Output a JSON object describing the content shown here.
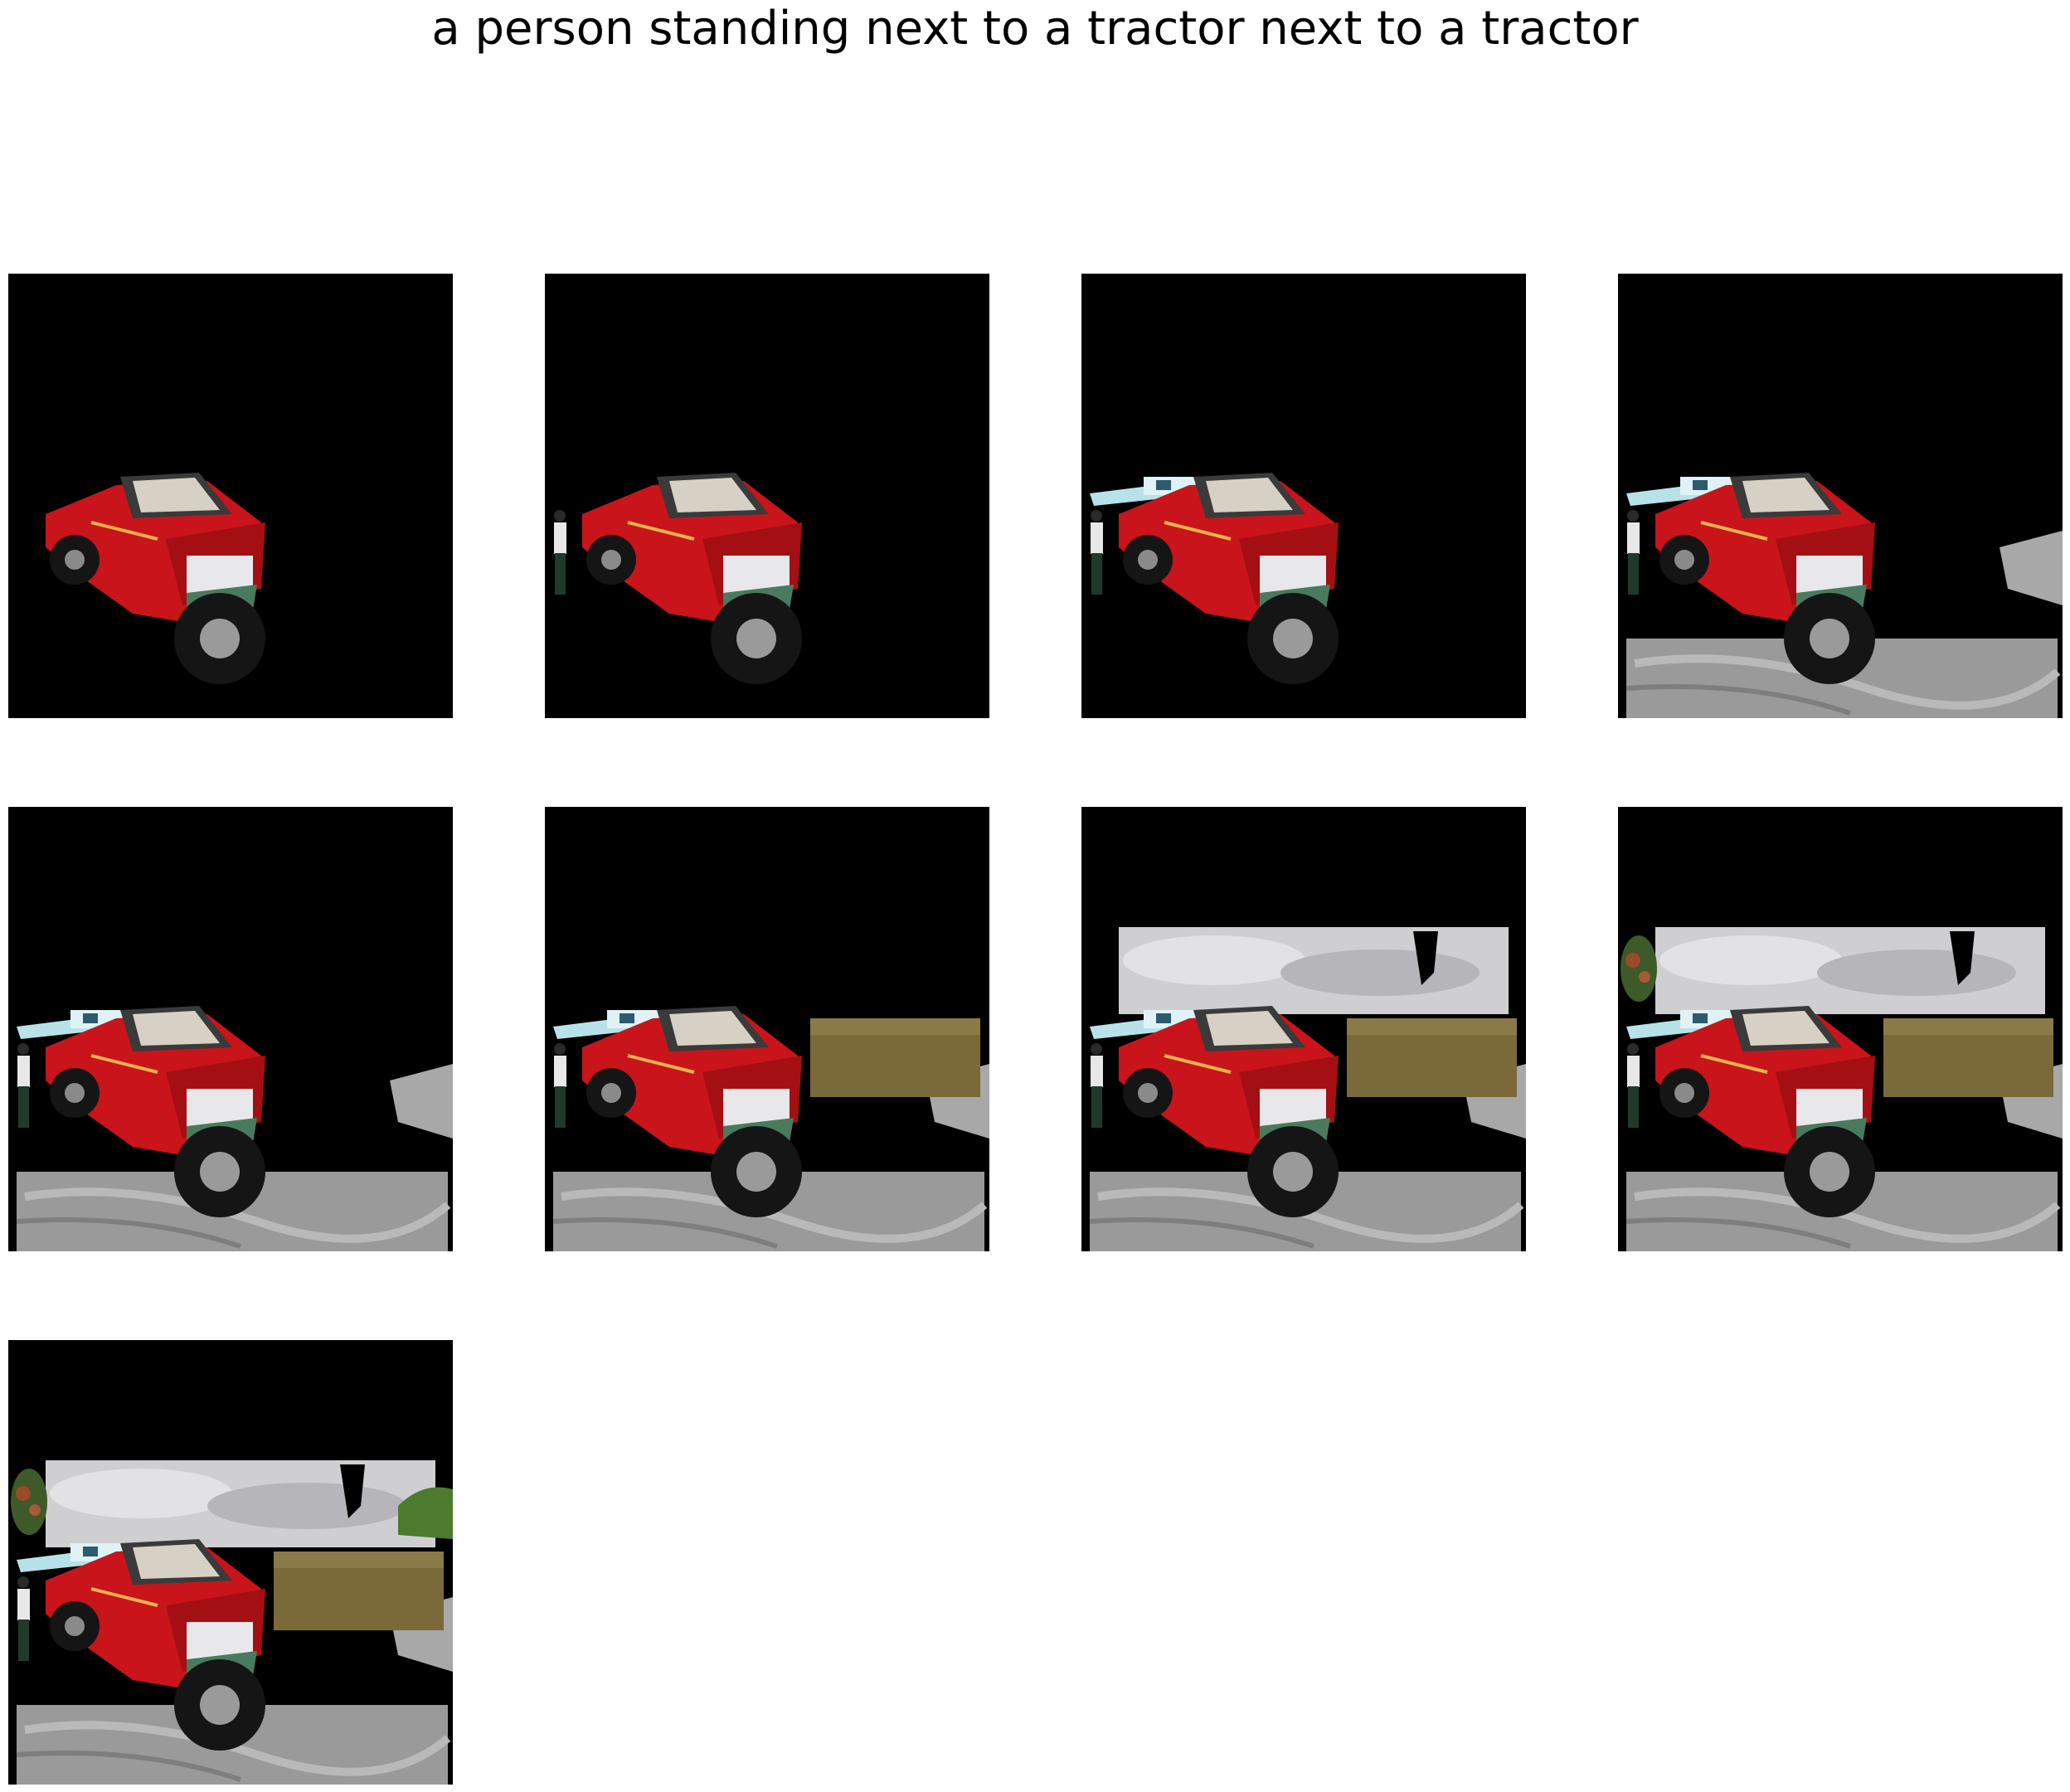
{
  "caption": "a person standing next to a tractor next to a tractor",
  "frames": [
    {
      "step": 1,
      "layers": [
        "truck"
      ]
    },
    {
      "step": 2,
      "layers": [
        "truck",
        "person"
      ]
    },
    {
      "step": 3,
      "layers": [
        "truck",
        "person",
        "crane"
      ]
    },
    {
      "step": 4,
      "layers": [
        "truck",
        "person",
        "crane",
        "road"
      ]
    },
    {
      "step": 5,
      "layers": [
        "truck",
        "person",
        "crane",
        "road"
      ]
    },
    {
      "step": 6,
      "layers": [
        "truck",
        "person",
        "crane",
        "road",
        "field"
      ]
    },
    {
      "step": 7,
      "layers": [
        "truck",
        "person",
        "crane",
        "road",
        "field",
        "sky"
      ]
    },
    {
      "step": 8,
      "layers": [
        "truck",
        "person",
        "crane",
        "road",
        "field",
        "sky",
        "tree-left"
      ]
    },
    {
      "step": 9,
      "layers": [
        "truck",
        "person",
        "crane",
        "road",
        "field",
        "sky",
        "tree-left",
        "grass-right"
      ]
    }
  ],
  "colors": {
    "background": "#000000",
    "truck_body": "#c8141a",
    "sky": "#cfcfd2",
    "road": "#9a9a9a",
    "field": "#7a6a3a"
  }
}
